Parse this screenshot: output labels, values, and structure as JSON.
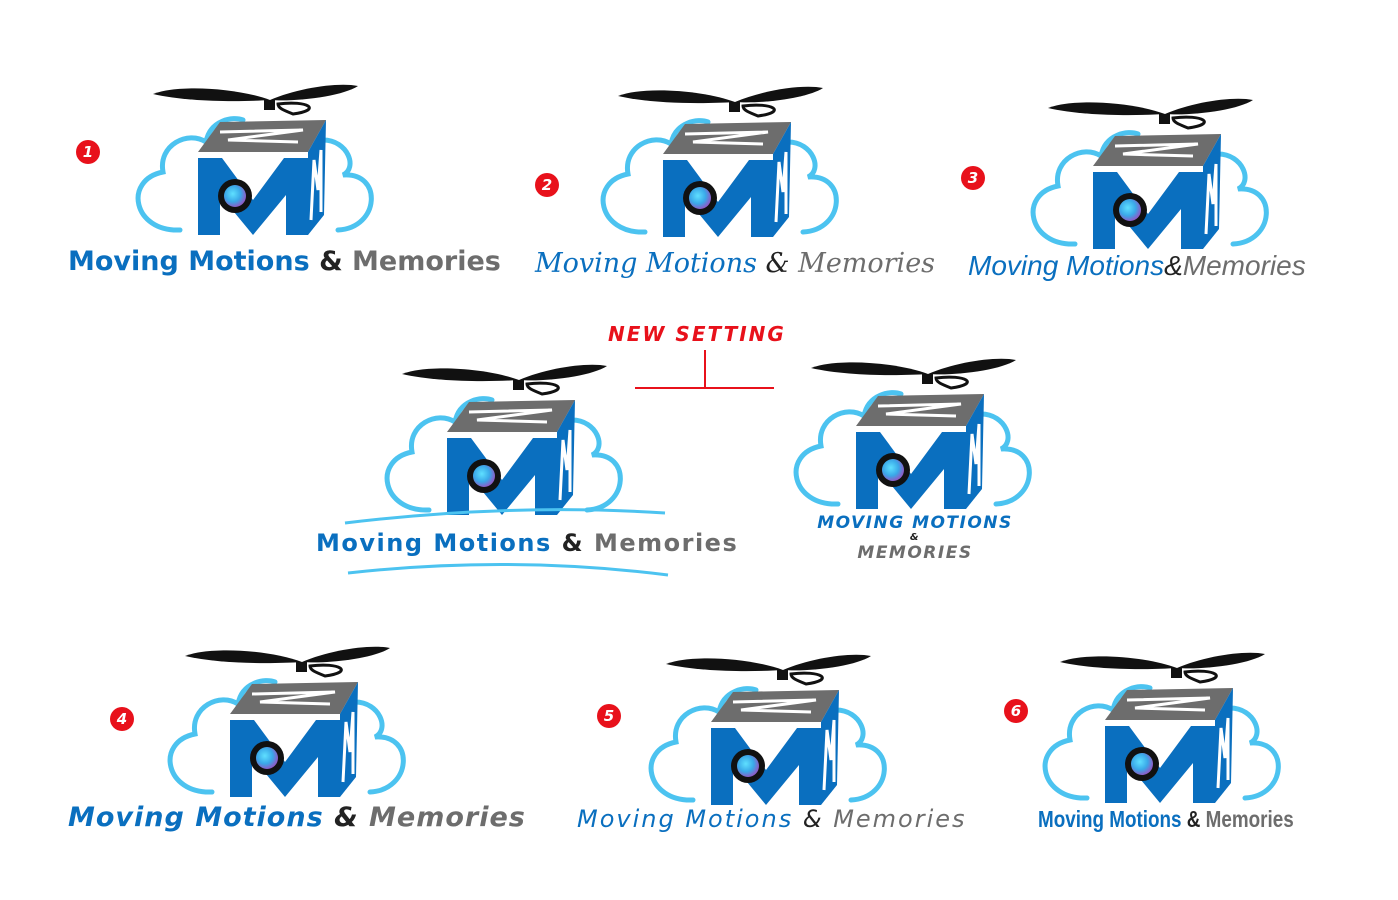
{
  "colors": {
    "brand_blue": "#0a6fbf",
    "cloud_blue": "#4cc3f0",
    "grey": "#6d6d6d",
    "accent_red": "#e8111b"
  },
  "options": [
    {
      "number": "1",
      "words": [
        "Moving Motions",
        "&",
        "Memories"
      ]
    },
    {
      "number": "2",
      "words": [
        "Moving Motions",
        "&",
        "Memories"
      ]
    },
    {
      "number": "3",
      "words": [
        "Moving Motions",
        "&",
        "Memories"
      ]
    },
    {
      "number": "4",
      "words": [
        "Moving Motions",
        "&",
        "Memories"
      ]
    },
    {
      "number": "5",
      "words": [
        "Moving Motions",
        "&",
        "Memories"
      ]
    },
    {
      "number": "6",
      "words": [
        "Moving Motions",
        "&",
        "Memories"
      ]
    }
  ],
  "new_setting": {
    "label": "NEW SETTING",
    "variant_a": [
      "Moving Motions",
      "&",
      "Memories"
    ],
    "variant_b": [
      "MOVING MOTIONS",
      "&",
      "MEMORIES"
    ]
  }
}
